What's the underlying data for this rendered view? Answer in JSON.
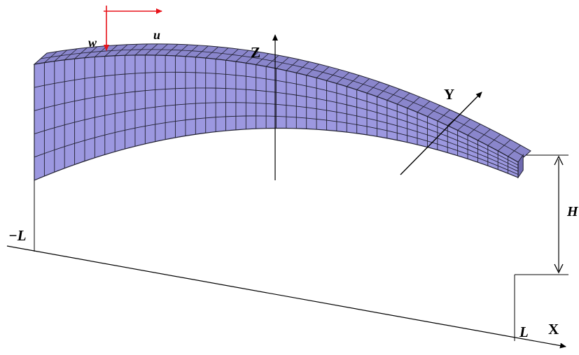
{
  "labels": {
    "z_axis": "Z",
    "y_axis": "Y",
    "x_axis": "X",
    "height": "H",
    "minus_l": "−L",
    "l": "L",
    "w": "w",
    "u": "u"
  },
  "colors": {
    "beam_front": "#9c98e0",
    "beam_top": "#8a86cc",
    "beam_end": "#6f6ab0",
    "mesh_line": "#202030",
    "axis": "#000000",
    "displacement_arrow": "#e8131a"
  },
  "mesh": {
    "columns": 48,
    "rows": 5
  }
}
